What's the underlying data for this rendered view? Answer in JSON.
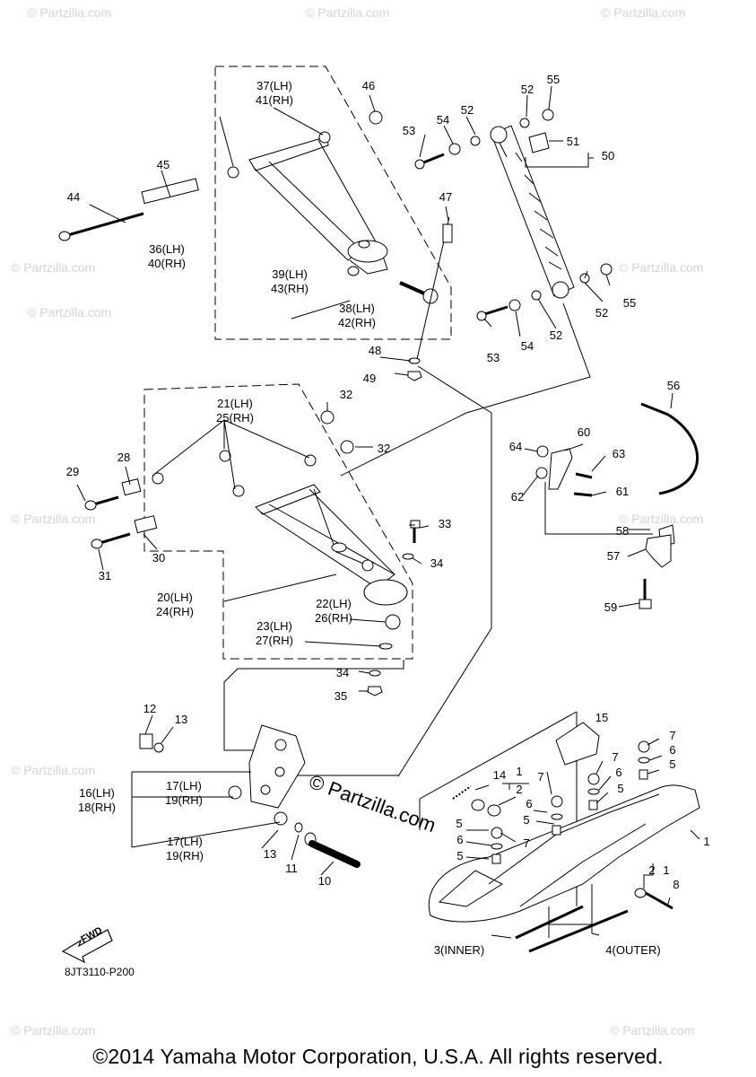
{
  "watermark_text": "© Partzilla.com",
  "brand_watermark": "© Partzilla.com",
  "diagram_code": "8JT3110-P200",
  "fwd_label": "FWD",
  "copyright": "©2014 Yamaha Motor Corporation, U.S.A. All rights reserved.",
  "labels": {
    "p1": "1",
    "p1b": "1",
    "p1c": "1",
    "p2": "2",
    "p2b": "2",
    "p3": "3(INNER)",
    "p4": "4(OUTER)",
    "p5a": "5",
    "p5b": "5",
    "p5c": "5",
    "p5d": "5",
    "p5e": "5",
    "p6a": "6",
    "p6b": "6",
    "p6c": "6",
    "p6d": "6",
    "p7a": "7",
    "p7b": "7",
    "p7c": "7",
    "p7d": "7",
    "p8": "8",
    "p10": "10",
    "p11": "11",
    "p12": "12",
    "p13a": "13",
    "p13b": "13",
    "p14": "14",
    "p15": "15",
    "p16": "16(LH)",
    "p18": "18(RH)",
    "p17a": "17(LH)",
    "p19a": "19(RH)",
    "p17b": "17(LH)",
    "p19b": "19(RH)",
    "p20": "20(LH)",
    "p24": "24(RH)",
    "p21": "21(LH)",
    "p25": "25(RH)",
    "p22": "22(LH)",
    "p26": "26(RH)",
    "p23": "23(LH)",
    "p27": "27(RH)",
    "p28": "28",
    "p29": "29",
    "p30": "30",
    "p31": "31",
    "p32a": "32",
    "p32b": "32",
    "p33": "33",
    "p34a": "34",
    "p34b": "34",
    "p35": "35",
    "p36": "36(LH)",
    "p40": "40(RH)",
    "p37": "37(LH)",
    "p41": "41(RH)",
    "p38": "38(LH)",
    "p42": "42(RH)",
    "p39": "39(LH)",
    "p43": "43(RH)",
    "p44": "44",
    "p45": "45",
    "p46": "46",
    "p47": "47",
    "p48": "48",
    "p49": "49",
    "p50": "50",
    "p51": "51",
    "p52a": "52",
    "p52b": "52",
    "p52c": "52",
    "p52d": "52",
    "p53a": "53",
    "p53b": "53",
    "p54a": "54",
    "p54b": "54",
    "p55a": "55",
    "p55b": "55",
    "p56": "56",
    "p57": "57",
    "p58": "58",
    "p59": "59",
    "p60": "60",
    "p61": "61",
    "p62": "62",
    "p63": "63",
    "p64": "64"
  }
}
